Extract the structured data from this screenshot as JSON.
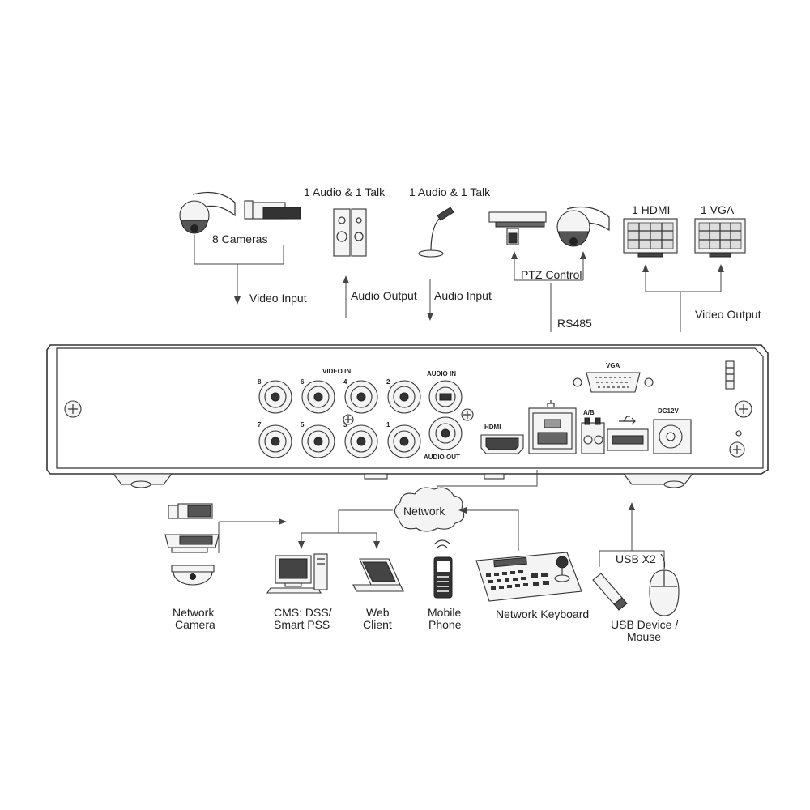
{
  "top": {
    "cameras_label": "8  Cameras",
    "video_input": "Video Input",
    "audio_talk_1": "1 Audio  & 1 Talk",
    "audio_talk_2": "1 Audio & 1 Talk",
    "audio_output": "Audio  Output",
    "audio_input": "Audio  Input",
    "ptz_control": "PTZ Control",
    "rs485": "RS485",
    "hdmi": "1 HDMI",
    "vga": "1 VGA",
    "video_output": "Video Output"
  },
  "panel": {
    "video_in": "VIDEO IN",
    "audio_in": "AUDIO IN",
    "audio_out": "AUDIO OUT",
    "hdmi_port": "HDMI",
    "vga_port": "VGA",
    "ab_port": "A/B",
    "dc12v": "DC12V",
    "bnc_top": [
      "8",
      "6",
      "4",
      "2"
    ],
    "bnc_bottom": [
      "7",
      "5",
      "3",
      "1"
    ]
  },
  "bottom": {
    "network": "Network",
    "network_camera": [
      "Network",
      "Camera"
    ],
    "cms": [
      "CMS: DSS/",
      "Smart PSS"
    ],
    "web_client": [
      "Web",
      "Client"
    ],
    "mobile_phone": [
      "Mobile",
      "Phone"
    ],
    "network_keyboard": "Network Keyboard",
    "usb_x2": "USB X2",
    "usb_device": [
      "USB Device /",
      "Mouse"
    ]
  }
}
